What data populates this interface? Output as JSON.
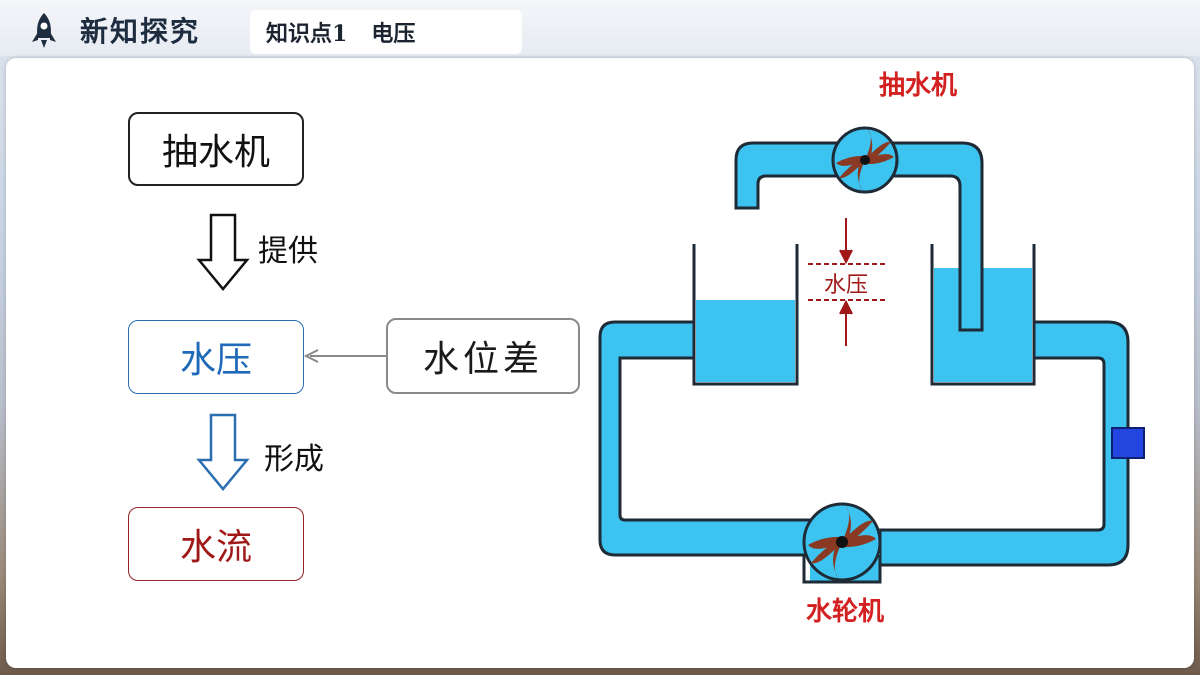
{
  "header": {
    "section_title": "新知探究",
    "knowledge_point": "知识点1",
    "topic": "电压"
  },
  "flow": {
    "pump": "抽水机",
    "arrow1_label": "提供",
    "water_pressure": "水压",
    "water_level_diff": "水位差",
    "arrow2_label": "形成",
    "water_flow": "水流"
  },
  "diagram": {
    "pump_label": "抽水机",
    "pressure_label": "水压",
    "turbine_label": "水轮机"
  },
  "colors": {
    "water": "#3cc3f0",
    "pipe_outline": "#1e2a35",
    "red_label": "#d32020",
    "pressure_label": "#a01818"
  }
}
